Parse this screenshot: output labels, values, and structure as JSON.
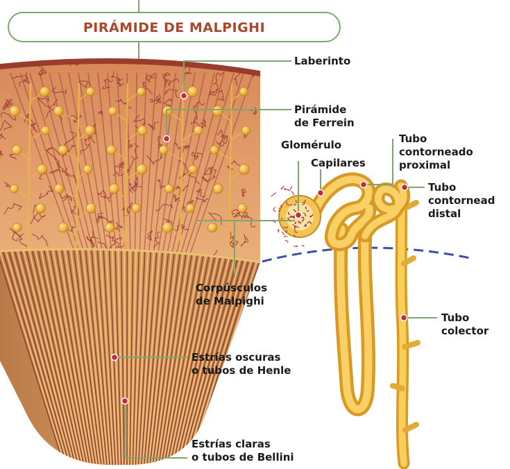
{
  "title": "PIRÁMIDE DE MALPIGHI",
  "labels": {
    "laberinto": "Laberinto",
    "piramide_ferrein_1": "Pirámide",
    "piramide_ferrein_2": "de Ferrein",
    "glomerulo": "Glomérulo",
    "capilares": "Capilares",
    "tubo_proximal_1": "Tubo",
    "tubo_proximal_2": "contorneado",
    "tubo_proximal_3": "proximal",
    "tubo_distal_1": "Tubo",
    "tubo_distal_2": "contornead",
    "tubo_distal_3": "distal",
    "corpusculos_1": "Corpúsculos",
    "corpusculos_2": "de Malpighi",
    "tubo_colector_1": "Tubo",
    "tubo_colector_2": "colector",
    "estrias_oscuras_1": "Estrías oscuras",
    "estrias_oscuras_2": "o tubos de Henle",
    "estrias_claras_1": "Estrías claras",
    "estrias_claras_2": "o tubos de Bellini"
  },
  "colors": {
    "title": "#a8472a",
    "leader": "#7ea86b",
    "marker": "#c62b3a",
    "cortex": "#e7a96c",
    "medulla": "#c98a5a",
    "striae_dark": "#8d3f34",
    "striae_light": "#f1c27a",
    "nephron": "#f2c24a",
    "corpuscle": "#f0b545",
    "vessel": "#a8293a",
    "boundary": "#3b4fa6"
  }
}
